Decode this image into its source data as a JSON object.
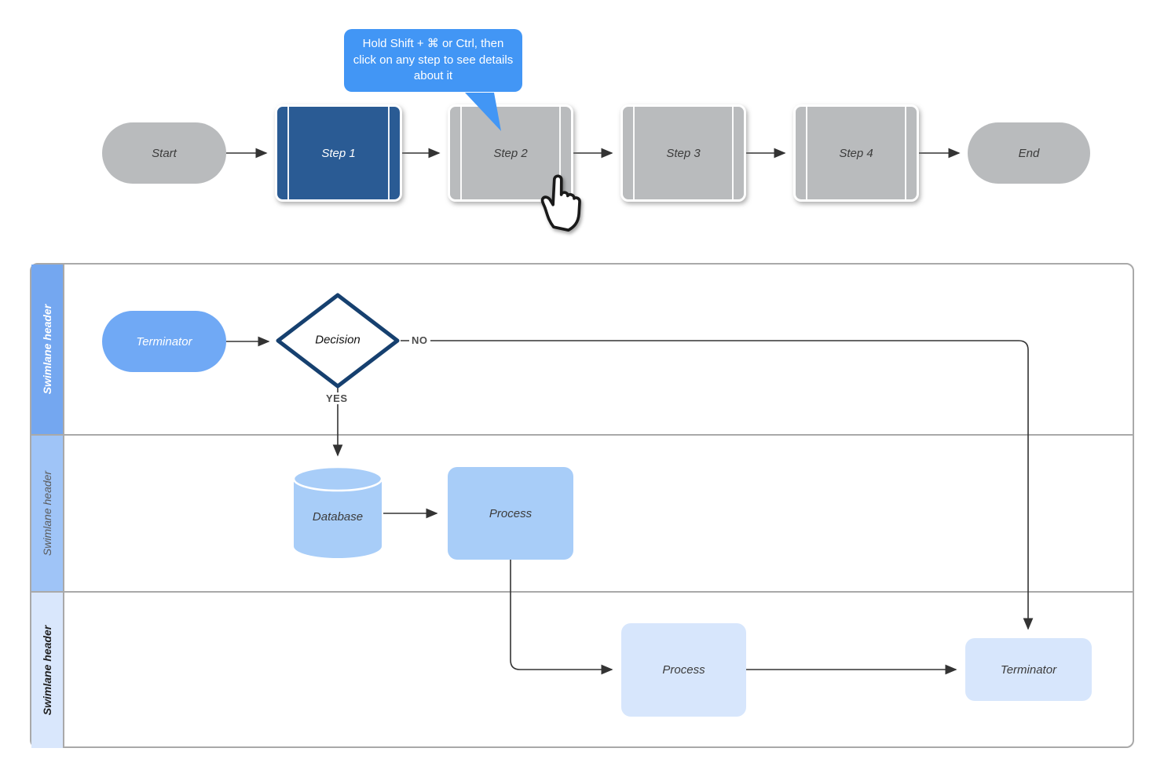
{
  "app": {
    "type": "interactive-flowchart-demo"
  },
  "colors": {
    "tooltip_bg": "#4296f5",
    "selected_step_bg": "#2a5b94",
    "step_gray_bg": "#b9bbbd",
    "decision_border": "#16406f",
    "lane1_header_bg": "#74a7f0",
    "lane2_header_bg": "#9fc4f7",
    "lane3_header_bg": "#d9e7fc",
    "node_blue": "#70a9f5",
    "node_light_blue": "#a8cdf8",
    "node_pale_blue": "#d7e6fc",
    "connector": "#333333"
  },
  "tooltip": {
    "text": "Hold Shift + ⌘ or Ctrl, then click on any step to see details about it"
  },
  "top_flow": {
    "nodes": [
      {
        "label": "Start"
      },
      {
        "label": "Step 1"
      },
      {
        "label": "Step 2"
      },
      {
        "label": "Step 3"
      },
      {
        "label": "Step 4"
      },
      {
        "label": "End"
      }
    ]
  },
  "swimlanes": {
    "headers": [
      {
        "label": "Swimlane header"
      },
      {
        "label": "Swimlane header"
      },
      {
        "label": "Swimlane header"
      }
    ],
    "nodes": [
      {
        "label": "Terminator"
      },
      {
        "label": "Decision"
      },
      {
        "label": "Database"
      },
      {
        "label": "Process"
      },
      {
        "label": "Process"
      },
      {
        "label": "Terminator"
      }
    ],
    "edge_labels": {
      "no": "NO",
      "yes": "YES"
    }
  }
}
